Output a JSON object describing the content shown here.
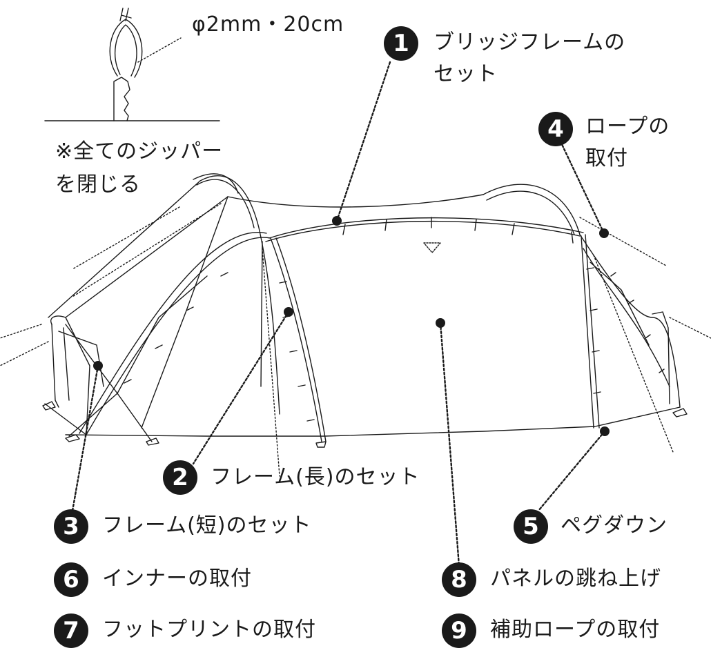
{
  "rope_spec": "φ2mm・20cm",
  "note": {
    "line1": "※全てのジッパー",
    "line2": "を閉じる"
  },
  "steps": [
    {
      "num": "1",
      "label": "ブリッジフレームの",
      "label2": "セット"
    },
    {
      "num": "2",
      "label": "フレーム(長)のセット"
    },
    {
      "num": "3",
      "label": "フレーム(短)のセット"
    },
    {
      "num": "4",
      "label": "ロープの",
      "label2": "取付"
    },
    {
      "num": "5",
      "label": "ペグダウン"
    },
    {
      "num": "6",
      "label": "インナーの取付"
    },
    {
      "num": "7",
      "label": "フットプリントの取付"
    },
    {
      "num": "8",
      "label": "パネルの跳ね上げ"
    },
    {
      "num": "9",
      "label": "補助ロープの取付"
    }
  ]
}
